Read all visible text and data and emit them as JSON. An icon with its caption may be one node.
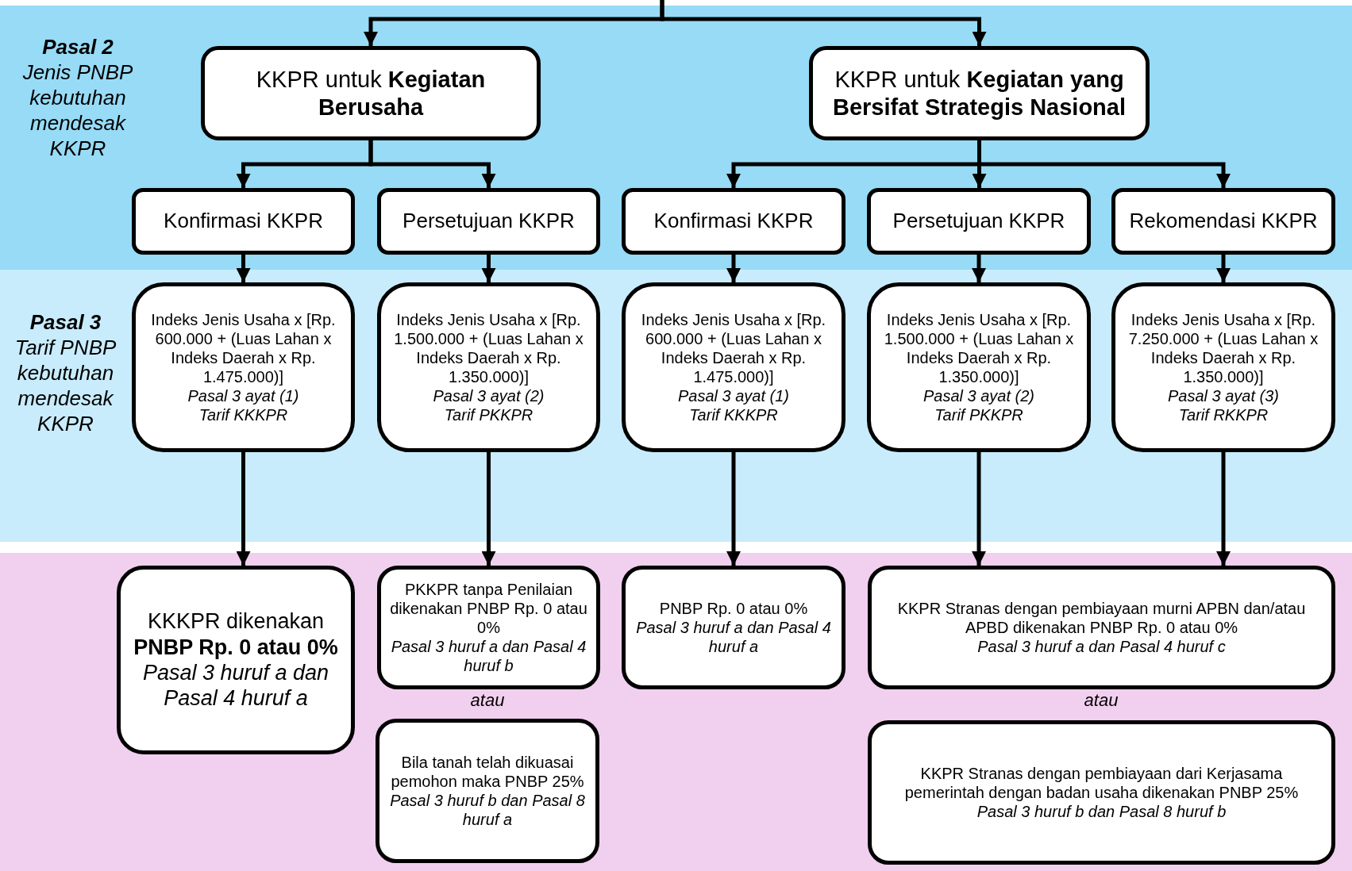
{
  "diagram": {
    "nodes": [
      {
        "text": [
          "Pasal 2",
          "Jenis PNBP kebutuhan mendesak KKPR"
        ]
      },
      {
        "text": [
          "KKPR untuk **Kegiatan Berusaha**"
        ],
        "in": 0
      },
      {
        "text": [
          "KKPR untuk **Kegiatan yang Bersifat Strategis Nasional**"
        ],
        "in": 0
      },
      {
        "text": [
          "Konfirmasi KKPR"
        ],
        "in": 0
      },
      {
        "text": [
          "Persetujuan KKPR"
        ],
        "in": 0
      },
      {
        "text": [
          "Konfirmasi KKPR"
        ],
        "in": 0
      },
      {
        "text": [
          "Persetujuan KKPR"
        ],
        "in": 0
      },
      {
        "text": [
          "Rekomendasi KKPR"
        ],
        "in": 0
      },
      {
        "text": [
          "Pasal 3",
          "Tarif PNBP kebutuhan mendesak KKPR"
        ]
      },
      {
        "text": [
          "Indeks Jenis Usaha x [Rp. 600.000 + (Luas Lahan x Indeks Daerah x Rp. 1.475.000)]",
          "Pasal 3 ayat (1)",
          "Tarif KKKPR"
        ],
        "in": 8
      },
      {
        "text": [
          "Indeks Jenis Usaha x [Rp. 1.500.000 + (Luas Lahan x Indeks Daerah x Rp. 1.350.000)]",
          "Pasal 3 ayat (2)",
          "Tarif PKKPR"
        ],
        "in": 8
      },
      {
        "text": [
          "Indeks Jenis Usaha x [Rp. 600.000 + (Luas Lahan x Indeks Daerah x Rp. 1.475.000)]",
          "Pasal 3 ayat (1)",
          "Tarif KKKPR"
        ],
        "in": 8
      },
      {
        "text": [
          "Indeks Jenis Usaha x [Rp. 1.500.000 + (Luas Lahan x Indeks Daerah x Rp. 1.350.000)]",
          "Pasal 3 ayat (2)",
          "Tarif PKKPR"
        ],
        "in": 8
      },
      {
        "text": [
          "Indeks Jenis Usaha x [Rp. 7.250.000 + (Luas Lahan x Indeks Daerah x Rp. 1.350.000)]",
          "Pasal 3 ayat (3)",
          "Tarif RKKPR"
        ],
        "in": 8
      },
      {
        "text": [],
        "shape": "band"
      },
      {
        "text": [
          "KKKPR dikenakan **PNBP Rp. 0 atau 0%**",
          "Pasal 3 huruf a dan Pasal 4 huruf a"
        ],
        "in": 14
      },
      {
        "text": [
          "PKKPR tanpa Penilaian dikenakan PNBP Rp. 0 atau 0%",
          "Pasal 3 huruf a dan Pasal 4 huruf b"
        ],
        "in": 14
      },
      {
        "text": [
          "Bila tanah telah dikuasai pemohon maka PNBP 25%",
          "Pasal 3 huruf b dan Pasal 8 huruf a"
        ],
        "in": 14
      },
      {
        "text": [
          "PNBP Rp. 0 atau 0%",
          "Pasal 3 huruf a dan Pasal 4 huruf a"
        ],
        "in": 14
      },
      {
        "text": [
          "KKPR Stranas dengan pembiayaan murni APBN dan/atau APBD dikenakan PNBP Rp. 0 atau 0%",
          "Pasal 3 huruf a dan Pasal 4 huruf c"
        ],
        "in": 14
      },
      {
        "text": [
          "KKPR Stranas dengan pembiayaan dari Kerjasama pemerintah dengan badan usaha dikenakan PNBP 25%",
          "Pasal 3 huruf b dan Pasal 8 huruf b"
        ],
        "in": 14
      }
    ],
    "edges": [
      {
        "from": null,
        "to": 1,
        "arrow": "to"
      },
      {
        "from": null,
        "to": 2,
        "arrow": "to"
      },
      {
        "from": 1,
        "to": 3,
        "arrow": "to"
      },
      {
        "from": 1,
        "to": 4,
        "arrow": "to"
      },
      {
        "from": 2,
        "to": 5,
        "arrow": "to"
      },
      {
        "from": 2,
        "to": 6,
        "arrow": "to"
      },
      {
        "from": 2,
        "to": 7,
        "arrow": "to"
      },
      {
        "from": 3,
        "to": 9,
        "arrow": "to"
      },
      {
        "from": 4,
        "to": 10,
        "arrow": "to"
      },
      {
        "from": 5,
        "to": 11,
        "arrow": "to"
      },
      {
        "from": 6,
        "to": 12,
        "arrow": "to"
      },
      {
        "from": 7,
        "to": 13,
        "arrow": "to"
      },
      {
        "from": 9,
        "to": 15,
        "arrow": "to"
      },
      {
        "from": 10,
        "to": 16,
        "arrow": "to"
      },
      {
        "from": 11,
        "to": 18,
        "arrow": "to"
      },
      {
        "from": 12,
        "to": 19,
        "arrow": "to"
      },
      {
        "from": 13,
        "to": 19,
        "arrow": "to"
      }
    ],
    "labels": [
      "atau",
      "atau"
    ]
  }
}
